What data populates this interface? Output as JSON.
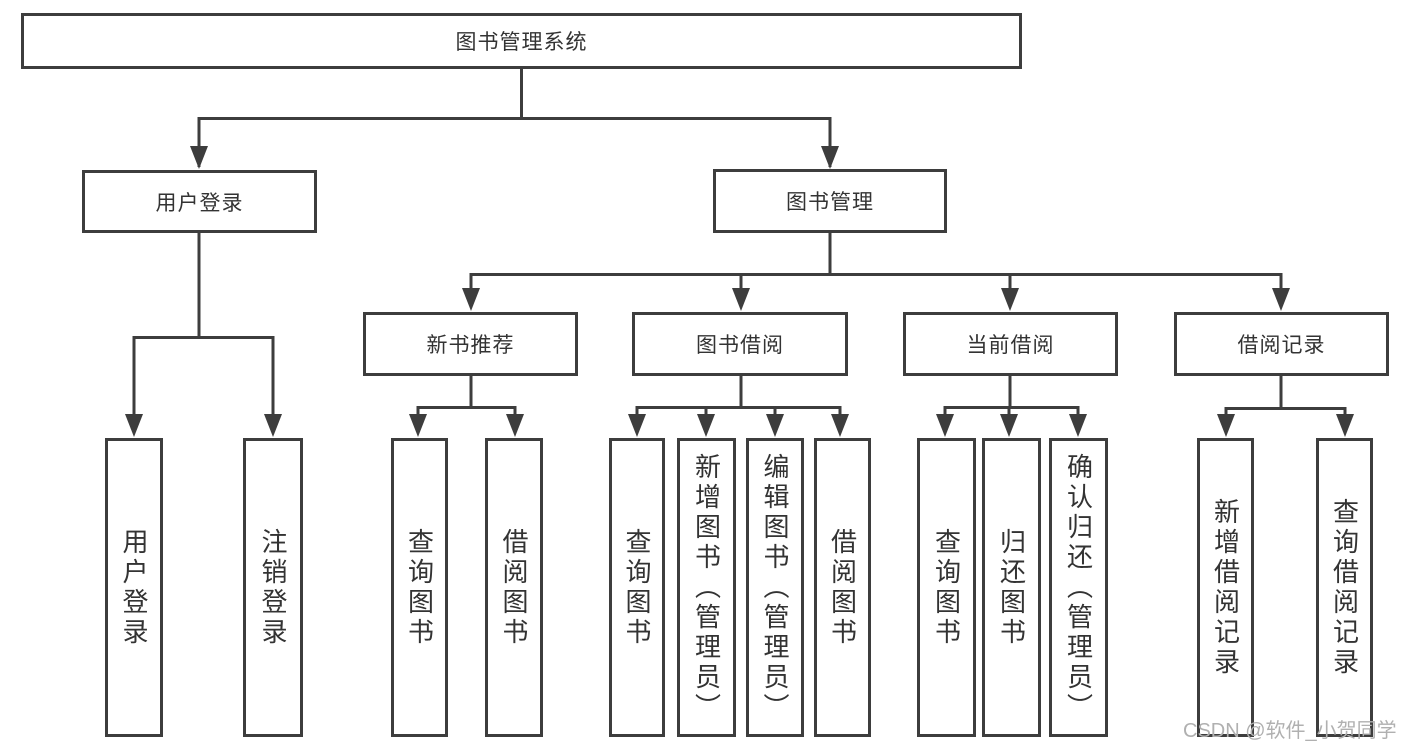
{
  "diagram": {
    "root": {
      "label": "图书管理系统"
    },
    "groups": [
      {
        "label": "用户登录",
        "leaves": [
          {
            "label": "用户登录"
          },
          {
            "label": "注销登录"
          }
        ]
      },
      {
        "label": "图书管理",
        "sections": [
          {
            "label": "新书推荐",
            "leaves": [
              {
                "label": "查询图书"
              },
              {
                "label": "借阅图书"
              }
            ]
          },
          {
            "label": "图书借阅",
            "leaves": [
              {
                "label": "查询图书"
              },
              {
                "label": "新增图书（管理员）"
              },
              {
                "label": "编辑图书（管理员）"
              },
              {
                "label": "借阅图书"
              }
            ]
          },
          {
            "label": "当前借阅",
            "leaves": [
              {
                "label": "查询图书"
              },
              {
                "label": "归还图书"
              },
              {
                "label": "确认归还（管理员）"
              }
            ]
          },
          {
            "label": "借阅记录",
            "leaves": [
              {
                "label": "新增借阅记录"
              },
              {
                "label": "查询借阅记录"
              }
            ]
          }
        ]
      }
    ]
  },
  "watermark": {
    "text": "CSDN @软件_小贺同学"
  },
  "colors": {
    "line": "#3d3d3d",
    "text": "#333333",
    "watermark": "#b0b0b0",
    "background": "#ffffff"
  }
}
